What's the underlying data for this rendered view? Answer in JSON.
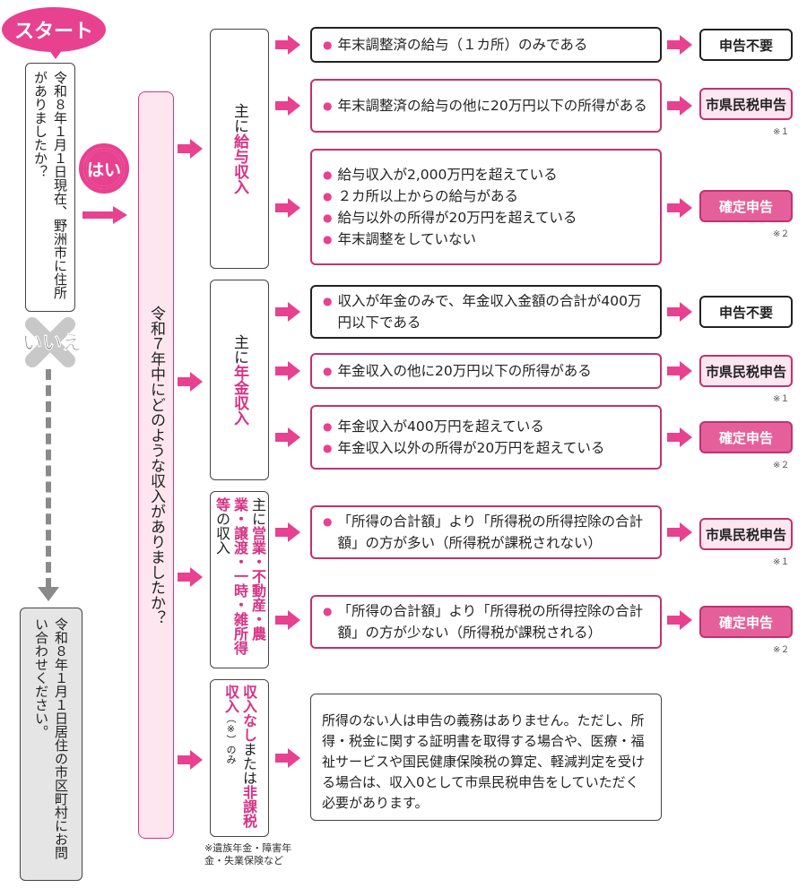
{
  "start_label": "スタート",
  "q1_text": "令和８年１月１日現在、野洲市に住所がありましたか？",
  "yes_label": "はい",
  "no_label": "いいえ",
  "no_box_text": "令和８年１月１日居住の市区町村にお問い合わせください。",
  "q2_text": "令和７年中にどのような収入がありましたか？",
  "categories": {
    "salary": {
      "prefix": "主に",
      "emph": "給与収入"
    },
    "pension": {
      "prefix": "主に",
      "emph": "年金収入"
    },
    "business": {
      "prefix": "主に",
      "emph": "営業・不動産・農業・譲渡・一時・雑所得等",
      "suffix": "の収入"
    },
    "none": {
      "emph1": "収入なし",
      "mid": "または",
      "emph2": "非課税収入",
      "suffix": "（※）のみ"
    }
  },
  "conditions": [
    {
      "items": [
        "年末調整済の給与（１カ所）のみである"
      ]
    },
    {
      "items": [
        "年末調整済の給与の他に20万円以下の所得がある"
      ]
    },
    {
      "items": [
        "給与収入が2,000万円を超えている",
        "２カ所以上からの給与がある",
        "給与以外の所得が20万円を超えている",
        "年末調整をしていない"
      ]
    },
    {
      "items": [
        "収入が年金のみで、年金収入金額の合計が400万円以下である"
      ]
    },
    {
      "items": [
        "年金収入の他に20万円以下の所得がある"
      ]
    },
    {
      "items": [
        "年金収入が400万円を超えている",
        "年金収入以外の所得が20万円を超えている"
      ]
    },
    {
      "items": [
        "「所得の合計額」より「所得税の所得控除の合計額」の方が多い（所得税が課税されない）"
      ]
    },
    {
      "items": [
        "「所得の合計額」より「所得税の所得控除の合計額」の方が少ない（所得税が課税される）"
      ]
    }
  ],
  "results": {
    "none": "申告不要",
    "city": "市県民税申告",
    "final": "確定申告",
    "note1": "※１",
    "note2": "※２"
  },
  "info_text": "所得のない人は申告の義務はありません。ただし、所得・税金に関する証明書を取得する場合や、医療・福祉サービスや国民健康保険税の算定、軽減判定を受ける場合は、収入0として市県民税申告をしていただく必要があります。",
  "footnote": "※遺族年金・障害年金・失業保険など",
  "colors": {
    "accent": "#e8418f",
    "light": "#fde6f0",
    "dark_pink": "#c2326f"
  }
}
